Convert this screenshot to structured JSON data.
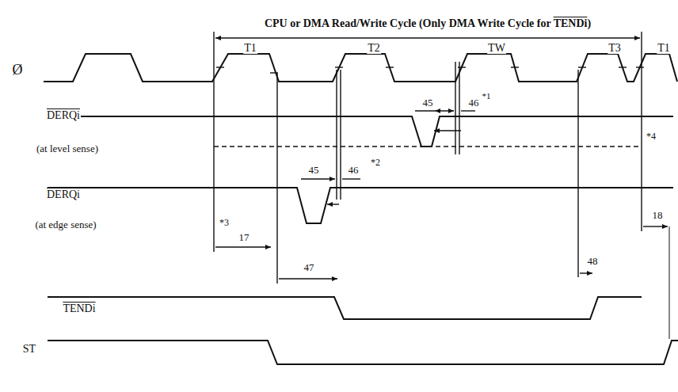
{
  "diagram": {
    "labels": [
      "CPU or DMA Read/Write Cycle (Only DMA Write Cycle for TENDi)",
      "T1",
      "T2",
      "TW",
      "T3",
      "T1",
      "Ø",
      "DERQi",
      "(at level sense)",
      "DERQi",
      "(at edge sense)",
      "TENDi",
      "ST",
      "45",
      "46",
      "*1",
      "*2",
      "45",
      "46",
      "47",
      "48",
      "*4",
      "18",
      "*3",
      "17"
    ]
  }
}
